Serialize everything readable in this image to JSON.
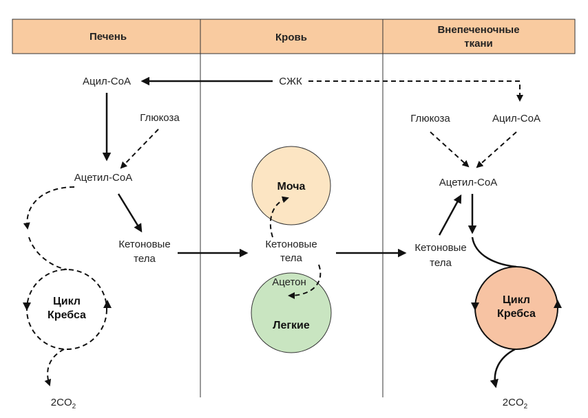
{
  "header": {
    "liver": "Печень",
    "blood": "Кровь",
    "extrahepatic_1": "Внепеченочные",
    "extrahepatic_2": "ткани"
  },
  "liver": {
    "acyl_coa": "Ацил-СоА",
    "glucose": "Глюкоза",
    "acetyl_coa": "Ацетил-СоА",
    "ketones_1": "Кетоновые",
    "ketones_2": "тела",
    "krebs_1": "Цикл",
    "krebs_2": "Кребса",
    "co2": "2CO",
    "co2_sub": "2"
  },
  "blood": {
    "ffa": "СЖК",
    "urine": "Моча",
    "ketones_1": "Кетоновые",
    "ketones_2": "тела",
    "acetone": "Ацетон",
    "lungs": "Легкие"
  },
  "tissues": {
    "glucose": "Глюкоза",
    "acyl_coa": "Ацил-СоА",
    "acetyl_coa": "Ацетил-СоА",
    "ketones_1": "Кетоновые",
    "ketones_2": "тела",
    "krebs_1": "Цикл",
    "krebs_2": "Кребса",
    "co2": "2CO",
    "co2_sub": "2"
  },
  "colors": {
    "header": "#f9cba0",
    "krebs": "#f7c3a3",
    "urine": "#fce5c3",
    "lungs": "#c9e5c1"
  }
}
